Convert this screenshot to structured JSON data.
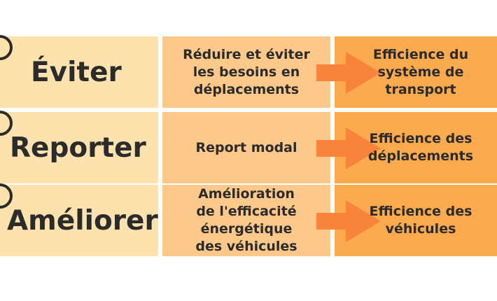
{
  "rows": [
    {
      "strategy": "Éviter",
      "action": "Réduire et éviter\nles besoins en\ndéplacements",
      "outcome": "Efficience du\nsystème de\ntransport"
    },
    {
      "strategy": "Reporter",
      "action": "Report modal",
      "outcome": "Efficience des\ndéplacements"
    },
    {
      "strategy": "Améliorer",
      "action": "Amélioration\nde l'efficacité\nénergétique\ndes véhicules",
      "outcome": "Efficience des\nvéhicules"
    }
  ],
  "colors": {
    "strategy_fill": "#fde2ae",
    "action_fill": "#fdc98a",
    "outcome_fill": "#fcaa4e",
    "arrow": "#f7843a",
    "text": "#2b2b2b"
  },
  "icons": [
    "arrow-right-icon",
    "ring-icon"
  ]
}
